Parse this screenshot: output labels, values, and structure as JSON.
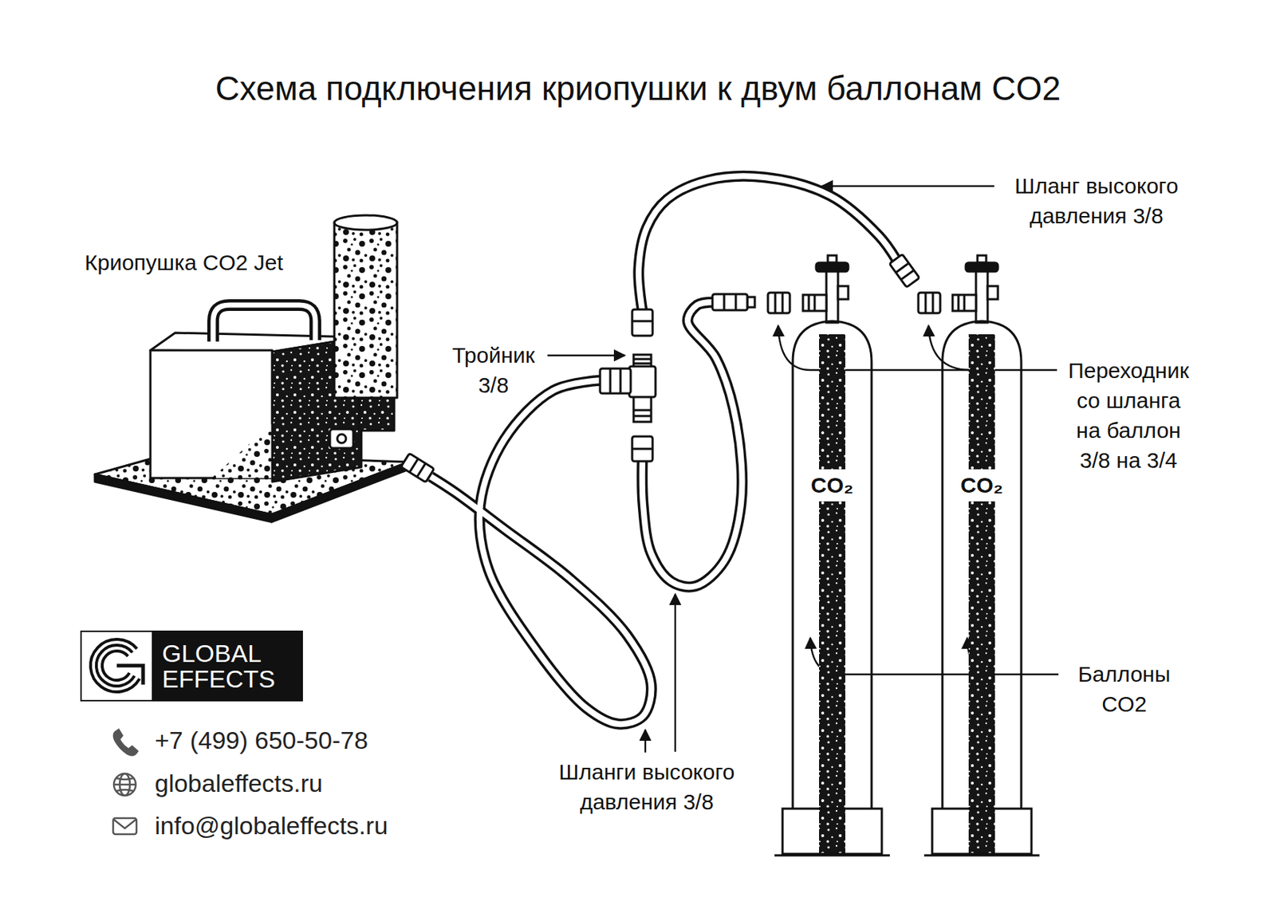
{
  "diagram": {
    "title": "Схема подключения криопушки к двум баллонам CO2",
    "nodes": [
      {
        "text": [
          "CO₂"
        ]
      },
      {
        "text": [
          "CO₂"
        ]
      },
      {
        "text": [
          "GLOBAL EFFECTS"
        ]
      }
    ],
    "labels": [
      "Криопушка CO2 Jet",
      "Шланг высокого давления 3/8",
      "Тройник 3/8",
      "Переходник со шланга на баллон 3/8 на 3/4",
      "Баллоны CO2",
      "Шланги высокого давления 3/8",
      "+7 (499) 650-50-78",
      "globaleffects.ru",
      "info@globaleffects.ru"
    ]
  }
}
